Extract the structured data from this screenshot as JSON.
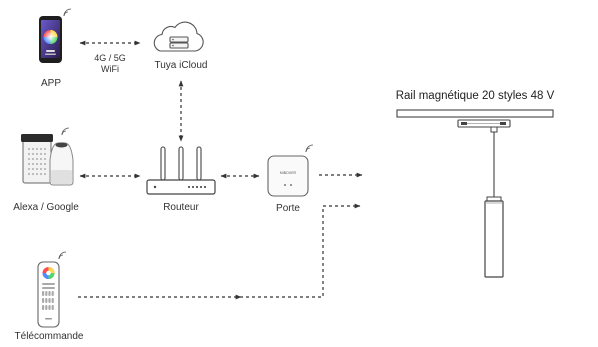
{
  "labels": {
    "app": "APP",
    "network_line1": "4G / 5G",
    "network_line2": "WiFi",
    "cloud": "Tuya iCloud",
    "voice": "Alexa / Google",
    "router": "Routeur",
    "gateway": "Porte",
    "remote": "Télécommande",
    "rail": "Rail magnétique 20 styles 48 V"
  },
  "gateway_brand": "MIBOXER",
  "colors": {
    "line": "#333333",
    "device_stroke": "#555555",
    "device_fill": "#f4f4f4",
    "dark_fill": "#2b2b2b"
  }
}
